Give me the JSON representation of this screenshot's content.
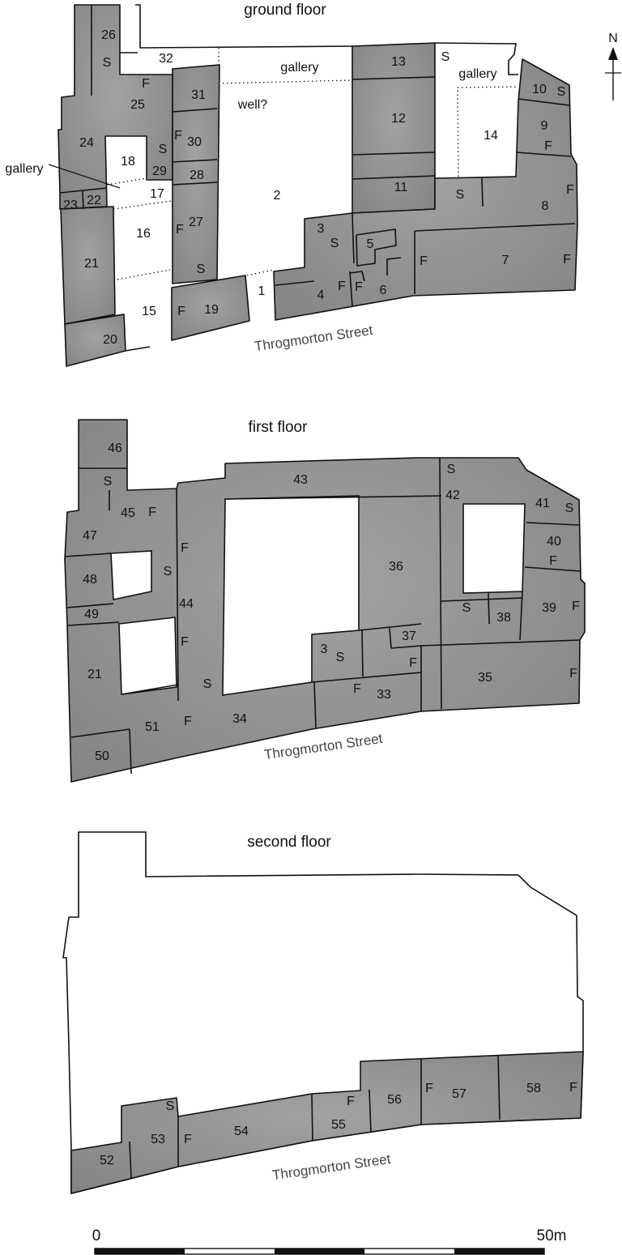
{
  "ground": {
    "title": "ground floor",
    "street": "Throgmorton Street",
    "gallery_pointer": "gallery",
    "labels": [
      "26",
      "S",
      "32",
      "F",
      "25",
      "31",
      "gallery",
      "well?",
      "13",
      "S",
      "gallery",
      "10",
      "S",
      "12",
      "14",
      "9",
      "F",
      "24",
      "18",
      "F",
      "30",
      "S",
      "29",
      "28",
      "17",
      "2",
      "11",
      "S",
      "F",
      "8",
      "23",
      "22",
      "16",
      "F",
      "27",
      "21",
      "3",
      "S",
      "5",
      "F",
      "7",
      "F",
      "S",
      "1",
      "4",
      "F",
      "F",
      "6",
      "15",
      "F",
      "19",
      "20"
    ]
  },
  "first": {
    "title": "first floor",
    "street": "Throgmorton Street",
    "labels": [
      "46",
      "S",
      "45",
      "F",
      "S",
      "43",
      "42",
      "41",
      "S",
      "47",
      "F",
      "40",
      "F",
      "48",
      "S",
      "36",
      "44",
      "49",
      "S",
      "38",
      "39",
      "F",
      "37",
      "F",
      "3",
      "S",
      "F",
      "35",
      "F",
      "21",
      "S",
      "F",
      "33",
      "51",
      "F",
      "34",
      "50"
    ]
  },
  "second": {
    "title": "second floor",
    "street": "Throgmorton Street",
    "labels": [
      "S",
      "F",
      "56",
      "F",
      "57",
      "58",
      "F",
      "53",
      "F",
      "54",
      "55",
      "52"
    ]
  },
  "north": {
    "label": "N",
    "icon": "north-arrow-icon"
  },
  "scale": {
    "start": "0",
    "end": "50m",
    "segments": 5
  },
  "colors": {
    "room_fill": "#8e8e8e",
    "line": "#111111"
  }
}
